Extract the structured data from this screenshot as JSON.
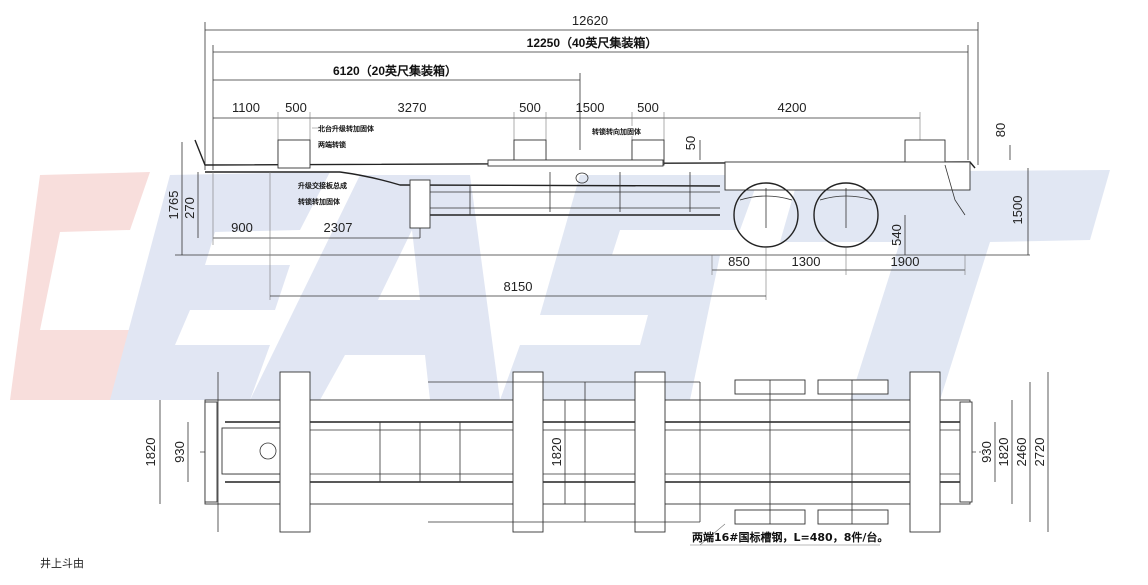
{
  "watermark": {
    "text": "EAST",
    "color": "#c9d3ea",
    "accent": "#f3c4c0"
  },
  "side_view": {
    "dims": {
      "total_length": "12620",
      "container_40ft": "12250（40英尺集装箱）",
      "container_20ft": "6120（20英尺集装箱）",
      "seg_1100": "1100",
      "seg_500_a": "500",
      "seg_3270": "3270",
      "seg_500_b": "500",
      "seg_1500": "1500",
      "seg_500_c": "500",
      "seg_4200": "4200",
      "v_50": "50",
      "v_80": "80",
      "v_1765": "1765",
      "v_270": "270",
      "h_900": "900",
      "h_2307": "2307",
      "v_540": "540",
      "v_1500": "1500",
      "h_850": "850",
      "h_1300": "1300",
      "h_1900": "1900",
      "h_8150": "8150"
    },
    "notes": {
      "n1": "北台升级转加固体",
      "n2": "两端转锁",
      "n3": "升级交接板总成",
      "n4": "转锁转加固体",
      "n5": "转锁转向加固体"
    }
  },
  "top_view": {
    "dims": {
      "w_1820_left": "1820",
      "w_930_left": "930",
      "w_1820_center": "1820",
      "w_930_right": "930",
      "w_1820_right": "1820",
      "w_2460": "2460",
      "w_2720": "2720"
    },
    "callout": "两端16#国标槽钢，L=480，8件/台。"
  },
  "footer": {
    "text": "井上斗由"
  }
}
